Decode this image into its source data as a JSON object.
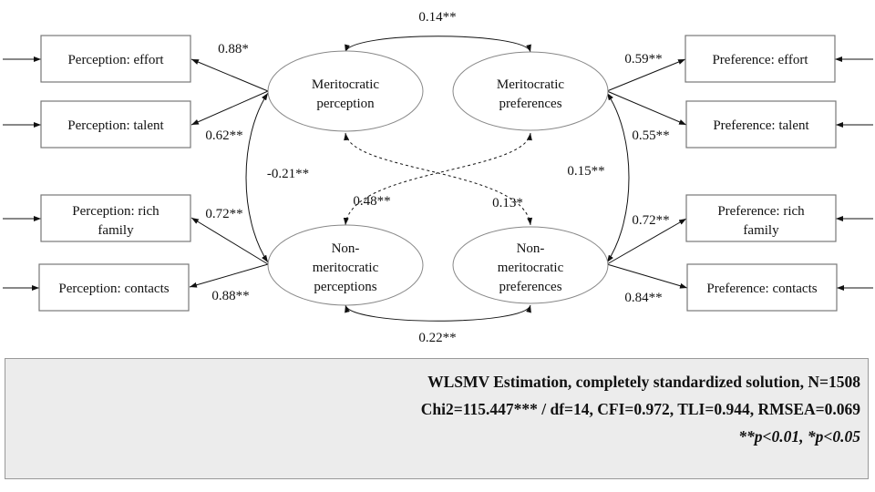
{
  "indicators_left": [
    {
      "line1": "Perception: effort",
      "line2": ""
    },
    {
      "line1": "Perception: talent",
      "line2": ""
    },
    {
      "line1": "Perception: rich",
      "line2": "family"
    },
    {
      "line1": "Perception: contacts",
      "line2": ""
    }
  ],
  "indicators_right": [
    {
      "line1": "Preference: effort",
      "line2": ""
    },
    {
      "line1": "Preference: talent",
      "line2": ""
    },
    {
      "line1": "Preference: rich",
      "line2": "family"
    },
    {
      "line1": "Preference: contacts",
      "line2": ""
    }
  ],
  "latents": {
    "mer_perc": [
      "Meritocratic",
      "perception"
    ],
    "mer_pref": [
      "Meritocratic",
      "preferences"
    ],
    "non_perc": [
      "Non-",
      "meritocratic",
      "perceptions"
    ],
    "non_pref": [
      "Non-",
      "meritocratic",
      "preferences"
    ]
  },
  "coefficients": {
    "perc_effort": "0.88*",
    "perc_talent": "0.62**",
    "perc_rich": "0.72**",
    "perc_contacts": "0.88**",
    "pref_effort": "0.59**",
    "pref_talent": "0.55**",
    "pref_rich": "0.72**",
    "pref_contacts": "0.84**",
    "cov_mer_perc_pref": "0.14**",
    "cov_non_perc_pref": "0.22**",
    "cov_perc_mer_non": "-0.21**",
    "cov_pref_mer_non": "0.15**",
    "cov_merperc_nonpref": "0.13*",
    "cov_merpref_nonperc": "0.48**"
  },
  "footer": {
    "line1": "WLSMV Estimation, completely standardized solution, N=1508",
    "line2": "Chi2=115.447*** / df=14, CFI=0.972, TLI=0.944, RMSEA=0.069",
    "line3": "**p<0.01, *p<0.05"
  }
}
